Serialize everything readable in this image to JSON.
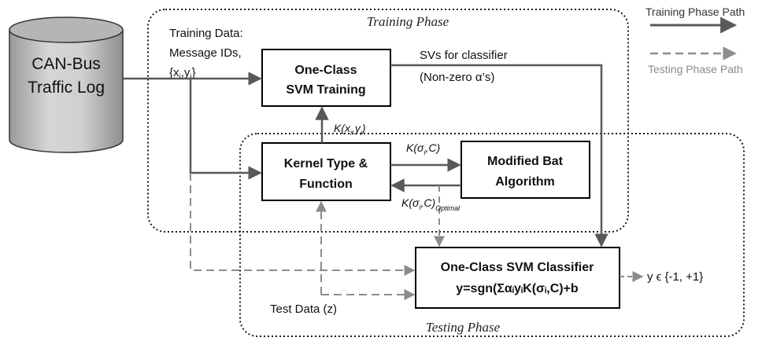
{
  "legend": {
    "training_path": "Training Phase Path",
    "testing_path": "Testing Phase Path"
  },
  "phases": {
    "training": "Training Phase",
    "testing": "Testing Phase"
  },
  "database": {
    "line1": "CAN-Bus",
    "line2": "Traffic Log"
  },
  "training_data": {
    "line1": "Training Data:",
    "line2": "Message IDs,",
    "line3": "{x",
    "sub1": "i",
    "sep": ",y",
    "sub2": "i",
    "end": "}"
  },
  "boxes": {
    "svm_training": {
      "line1": "One-Class",
      "line2": "SVM Training"
    },
    "kernel": {
      "line1": "Kernel Type &",
      "line2": "Function"
    },
    "bat": {
      "line1": "Modified Bat",
      "line2": "Algorithm"
    },
    "classifier": {
      "line1": "One-Class SVM Classifier",
      "line2": "y=sgn(ΣαᵢyᵢK(σᵢ,C)+b"
    }
  },
  "labels": {
    "svs_line1": "SVs for classifier",
    "svs_line2": "(Non-zero α’s)",
    "kxy": {
      "pre": "K(x",
      "s1": "i",
      "mid": ",y",
      "s2": "i",
      "post": ")"
    },
    "ksc": {
      "pre": "K(σ",
      "s1": "i",
      "post": ",C)"
    },
    "ksc_opt": {
      "pre": "K(σ",
      "s1": "i",
      "post": ",C)",
      "sub": "Optimal"
    },
    "test_data": "Test Data (z)",
    "output": "y ϵ {-1, +1}"
  },
  "colors": {
    "training_path": "#595959",
    "testing_path": "#8c8c8c",
    "box_border": "#000000",
    "cylinder_fill": "#c9c9c9"
  }
}
